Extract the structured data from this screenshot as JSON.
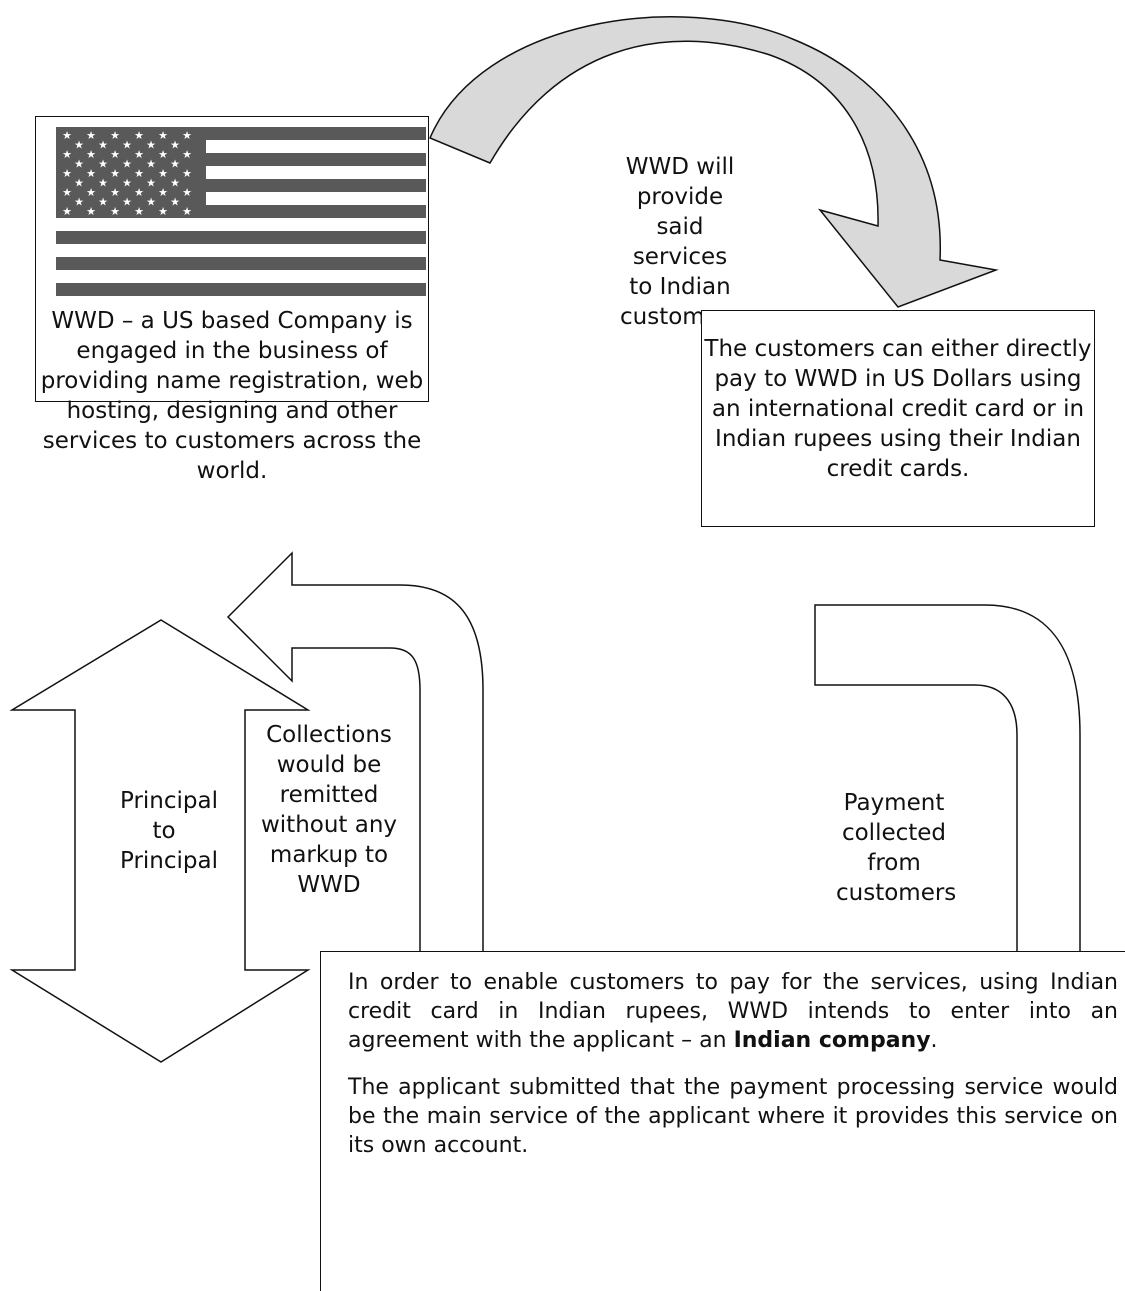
{
  "wwd_box": {
    "description": "WWD – a US based Company is engaged in the business of providing name registration, web hosting, designing and other services to customers across the world."
  },
  "flow_labels": {
    "provide_services": "WWD will provide said services to Indian customers",
    "principal": "Principal to Principal",
    "collections": "Collections would be remitted without any markup to WWD",
    "payment": "Payment collected from customers"
  },
  "customers_box": {
    "description": "The customers can either directly pay to WWD in US Dollars using an international credit card or in Indian rupees using their Indian credit cards."
  },
  "applicant_box": {
    "paragraph1_pre": "In order to enable customers to pay for the services, using Indian credit card in Indian rupees, WWD intends to enter into an agreement with the applicant – an ",
    "paragraph1_emphasis": "Indian company",
    "paragraph1_post": ".",
    "paragraph2": "The applicant submitted that the payment processing service would be the main service of the applicant where it provides this service on its own account."
  },
  "colors": {
    "outline": "#111111",
    "arrow_fill_top": "#d9d9d9",
    "flag": "#595959"
  }
}
